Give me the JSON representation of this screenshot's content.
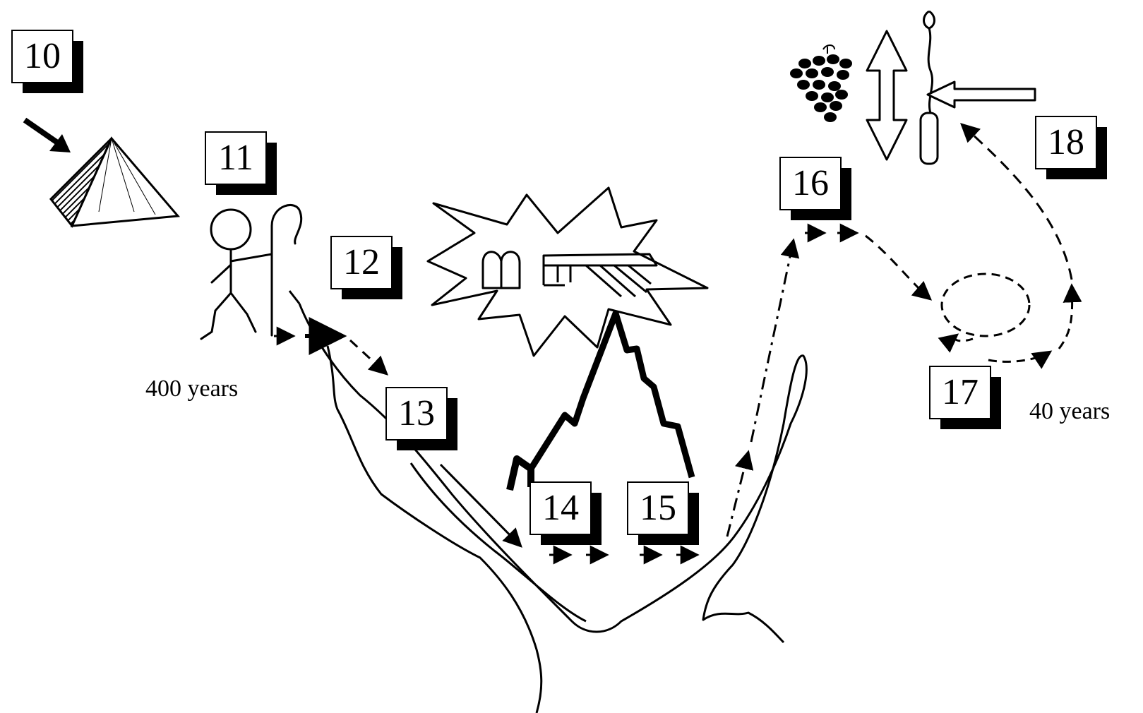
{
  "steps": [
    {
      "id": "10",
      "label": "10"
    },
    {
      "id": "11",
      "label": "11"
    },
    {
      "id": "12",
      "label": "12"
    },
    {
      "id": "13",
      "label": "13"
    },
    {
      "id": "14",
      "label": "14"
    },
    {
      "id": "15",
      "label": "15"
    },
    {
      "id": "16",
      "label": "16"
    },
    {
      "id": "17",
      "label": "17"
    },
    {
      "id": "18",
      "label": "18"
    }
  ],
  "captions": {
    "egypt_duration": "400 years",
    "wilderness_duration": "40 years"
  },
  "colors": {
    "ink": "#000000",
    "paper": "#ffffff"
  },
  "icons": [
    "pyramid-icon",
    "stick-figure-with-staff-icon",
    "tablets-and-ark-icon",
    "mountain-icon",
    "grape-cluster-icon",
    "double-arrow-icon",
    "jericho-wall-icon",
    "scarlet-cord-icon"
  ]
}
